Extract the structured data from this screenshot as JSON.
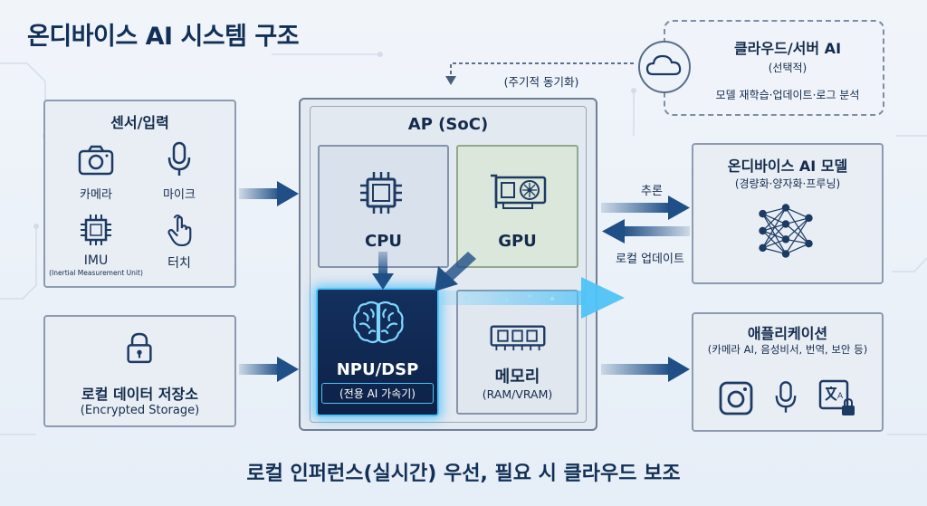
{
  "title": "온디바이스 AI 시스템 구조",
  "sensor": {
    "title": "센서/입력",
    "camera": "카메라",
    "mic": "마이크",
    "imu": "IMU",
    "imu_full": "(Inertial Measurement Unit)",
    "touch": "터치"
  },
  "storage": {
    "title": "로컬 데이터 저장소",
    "subtitle": "(Encrypted Storage)"
  },
  "soc": {
    "title": "AP (SoC)",
    "cpu": "CPU",
    "gpu": "GPU",
    "npu": "NPU/DSP",
    "npu_sub": "(전용 AI 가속기)",
    "mem": "메모리",
    "mem_sub": "(RAM/VRAM)"
  },
  "cloud": {
    "title": "클라우드/서버 AI",
    "subtitle": "(선택적)",
    "desc": "모델 재학습·업데이트·로그 분석",
    "sync": "(주기적 동기화)"
  },
  "model": {
    "title": "온디바이스 AI 모델",
    "subtitle": "(경량화·양자화·프루닝)",
    "inference": "추론",
    "update": "로컬 업데이트"
  },
  "app": {
    "title": "애플리케이션",
    "subtitle": "(카메라 AI, 음성비서, 번역, 보안 등)"
  },
  "footer": "로컬 인퍼런스(실시간) 우선, 필요 시 클라우드 보조",
  "colors": {
    "navy": "#123057",
    "arrow": "#1f4f86",
    "glow": "#4fc3f7",
    "gpu_green": "#dce7db"
  }
}
